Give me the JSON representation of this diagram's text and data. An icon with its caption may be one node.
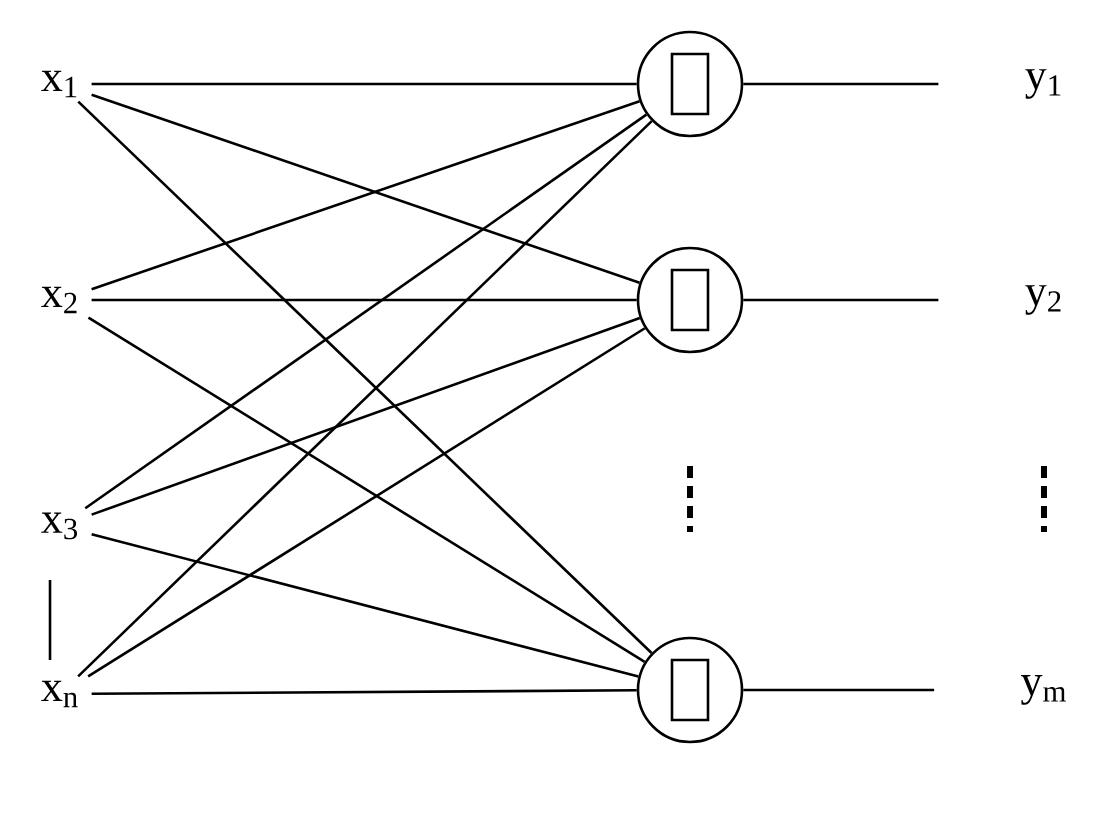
{
  "diagram": {
    "nodes": [
      {
        "text": [
          "x$_{1}$"
        ]
      },
      {
        "text": [
          "x$_{2}$"
        ]
      },
      {
        "text": [
          "x$_{3}$"
        ]
      },
      {
        "text": [
          "x$_{n}$"
        ]
      },
      {
        "text": [],
        "shape": "circle"
      },
      {
        "text": [],
        "shape": "circle"
      },
      {
        "text": [],
        "shape": "circle"
      },
      {
        "text": [
          "y$_{1}$"
        ]
      },
      {
        "text": [
          "y$_{2}$"
        ]
      },
      {
        "text": [
          "y$_{m}$"
        ]
      }
    ],
    "edges": [
      {
        "from": 0,
        "to": 4,
        "arrow": "none"
      },
      {
        "from": 0,
        "to": 5,
        "arrow": "none"
      },
      {
        "from": 0,
        "to": 6,
        "arrow": "none"
      },
      {
        "from": 1,
        "to": 4,
        "arrow": "none"
      },
      {
        "from": 1,
        "to": 5,
        "arrow": "none"
      },
      {
        "from": 1,
        "to": 6,
        "arrow": "none"
      },
      {
        "from": 2,
        "to": 4,
        "arrow": "none"
      },
      {
        "from": 2,
        "to": 5,
        "arrow": "none"
      },
      {
        "from": 2,
        "to": 6,
        "arrow": "none"
      },
      {
        "from": 3,
        "to": 4,
        "arrow": "none"
      },
      {
        "from": 3,
        "to": 5,
        "arrow": "none"
      },
      {
        "from": 3,
        "to": 6,
        "arrow": "none"
      },
      {
        "from": 4,
        "to": 7,
        "arrow": "none"
      },
      {
        "from": 5,
        "to": 8,
        "arrow": "none"
      },
      {
        "from": 6,
        "to": 9,
        "arrow": "none"
      }
    ]
  }
}
